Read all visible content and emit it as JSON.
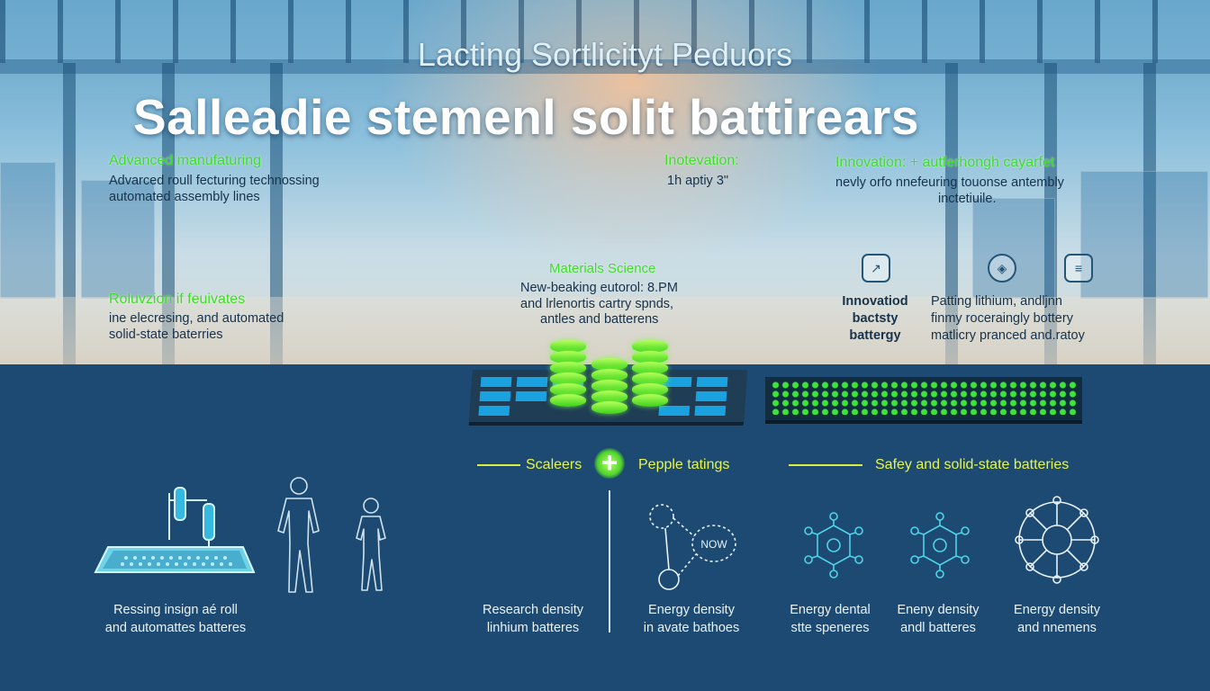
{
  "colors": {
    "accent_green": "#3fdc2a",
    "accent_yellow": "#e6f54a",
    "panel_blue": "#1d4a72"
  },
  "header": {
    "subtitle": "Lacting Sortlicityt Peduors",
    "title": "Salleadie stemenl solit battirears"
  },
  "blocks": {
    "advanced": {
      "title": "Advanced manufaturing",
      "line1": "Advarced roull fecturing technossing",
      "line2": "automated assembly lines"
    },
    "innovation": {
      "title": "Inotevation:",
      "line1": "1h aptiy 3\""
    },
    "innovation_right": {
      "title": "Innovation: + autferhongh cayarfet",
      "line1": "nevly orfo nnefeuring touonse antembly",
      "line2": "inctetiuile."
    },
    "materials": {
      "title": "Materials Science",
      "line1": "New-beaking eutorol: 8.PM",
      "line2": "and lrlenortis cartry spnds,",
      "line3": "antles and batterens"
    },
    "roluvzion": {
      "title": "Roluvzion if feuivates",
      "line1": "ine elecresing, and automated",
      "line2": "solid-state baterries"
    },
    "icon_block_left": {
      "line1": "Innovatiod",
      "line2": "bactsty",
      "line3": "battergy"
    },
    "icon_block_right": {
      "line1": "Patting lithium, andljnn",
      "line2": "finmy roceraingly bottery",
      "line3": "matlicry pranced and.ratoy"
    }
  },
  "sections": {
    "left_label": "Scaleers",
    "middle_label": "Pepple tatings",
    "right_label": "Safey and solid-state batteries"
  },
  "captions": {
    "c1": [
      "Ressing insign aé roll",
      "and automattes batteres"
    ],
    "c2": [
      "Research density",
      "linhium batteres"
    ],
    "c3": [
      "Energy density",
      "in avate bathoes"
    ],
    "c4": [
      "Energy dental",
      "stte speneres"
    ],
    "c5": [
      "Eneny density",
      "andl batteres"
    ],
    "c6": [
      "Energy density",
      "and nnemens"
    ]
  },
  "diagram_label": "NOW"
}
